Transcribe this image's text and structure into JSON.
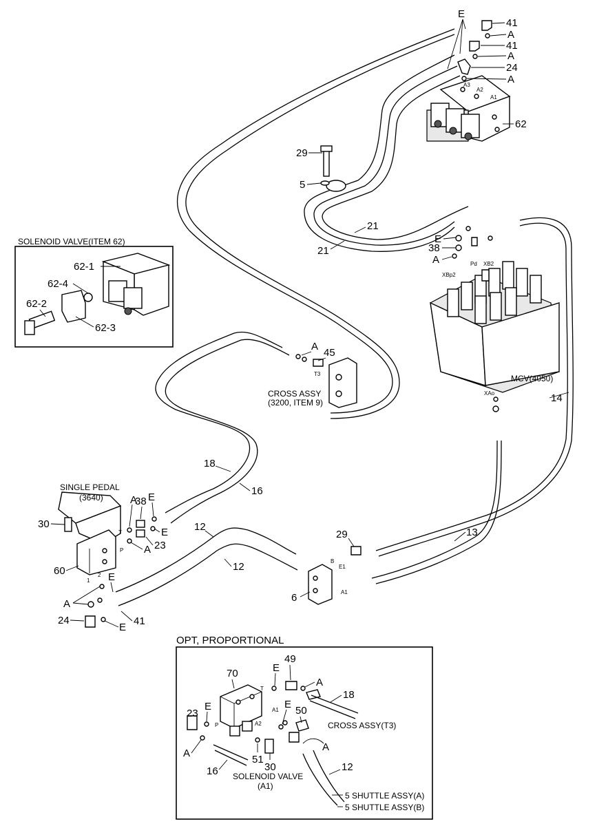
{
  "insets": {
    "solenoid_valve_title": "SOLENOID VALVE(ITEM 62)",
    "opt_proportional_title": "OPT, PROPORTIONAL"
  },
  "components": {
    "single_pedal": "SINGLE PEDAL",
    "single_pedal_ref": "(3640)",
    "cross_assy": "CROSS ASSY",
    "cross_assy_ref": "(3200, ITEM 9)",
    "mcv": "MCV(4050)",
    "cross_assy_t3": "CROSS ASSY(T3)",
    "solenoid_valve": "SOLENOID VALVE",
    "solenoid_valve_ref": "(A1)",
    "shuttle_a": "5 SHUTTLE ASSY(A)",
    "shuttle_b": "5 SHUTTLE ASSY(B)"
  },
  "callouts": {
    "p41": "41",
    "p24": "24",
    "p62": "62",
    "p29": "29",
    "p5": "5",
    "p21": "21",
    "p38": "38",
    "p14": "14",
    "p45": "45",
    "p18": "18",
    "p16": "16",
    "p12": "12",
    "p13": "13",
    "p30": "30",
    "p60": "60",
    "p23": "23",
    "p6": "6",
    "p70": "70",
    "p49": "49",
    "p50": "50",
    "p51": "51",
    "p62_1": "62-1",
    "p62_2": "62-2",
    "p62_3": "62-3",
    "p62_4": "62-4",
    "A": "A",
    "E": "E"
  },
  "ports": {
    "a1": "A1",
    "a2": "A2",
    "a3": "A3",
    "t": "T",
    "p": "P",
    "t3": "T3",
    "pd": "Pd",
    "xbp2": "XBp2",
    "xb2": "XB2",
    "xao": "XAo",
    "b": "B",
    "e1": "E1",
    "n1": "1",
    "n2": "2"
  }
}
